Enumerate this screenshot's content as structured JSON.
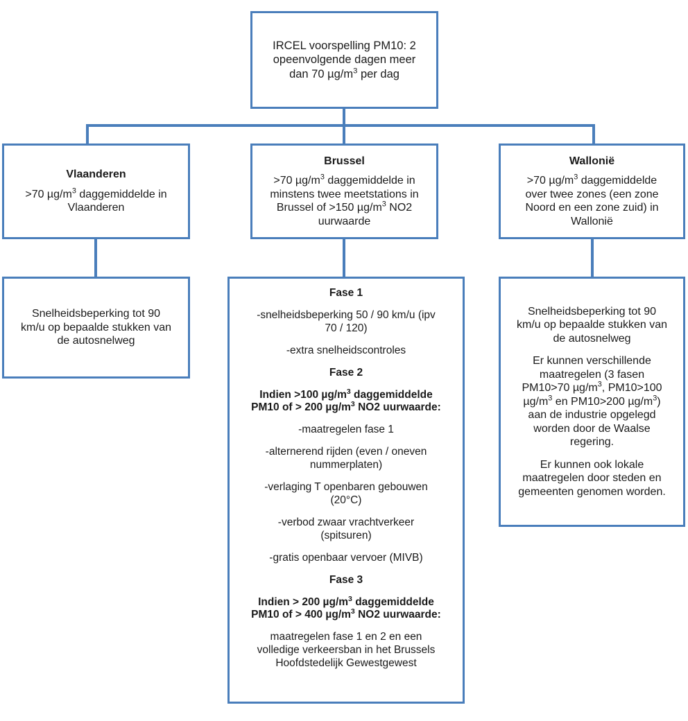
{
  "theme": {
    "border_color": "#4a7ebb",
    "background": "#ffffff",
    "text_color": "#1a1a1a"
  },
  "diagram": {
    "type": "flowchart",
    "title": "IRCEL PM10 smogalarm stroomschema",
    "root": {
      "name": "trigger",
      "lines": [
        "IRCEL voorspelling PM10: 2",
        "opeenvolgende dagen meer",
        "dan 70 µg/m³ per dag"
      ]
    },
    "regions": [
      {
        "key": "vlaanderen",
        "condition": {
          "heading": "Vlaanderen",
          "lines": [
            ">70 µg/m³ daggemiddelde in",
            "Vlaanderen"
          ]
        },
        "action": {
          "blocks": [
            {
              "style": "normal",
              "lines": [
                "Snelheidsbeperking tot 90",
                "km/u op bepaalde stukken van",
                "de autosnelweg"
              ]
            }
          ]
        }
      },
      {
        "key": "brussel",
        "condition": {
          "heading": "Brussel",
          "lines": [
            ">70 µg/m³ daggemiddelde in",
            "minstens twee meetstations in",
            "Brussel of >150 µg/m³ NO2",
            "uurwaarde"
          ]
        },
        "action": {
          "blocks": [
            {
              "style": "heading",
              "lines": [
                "Fase 1"
              ]
            },
            {
              "style": "normal",
              "lines": [
                "-snelheidsbeperking  50 / 90 km/u  (ipv",
                "70 / 120)"
              ]
            },
            {
              "style": "normal",
              "lines": [
                "-extra snelheidscontroles"
              ]
            },
            {
              "style": "heading",
              "lines": [
                "Fase 2"
              ]
            },
            {
              "style": "heading",
              "lines": [
                "Indien >100 µg/m³ daggemiddelde",
                "PM10 of > 200 µg/m³ NO2 uurwaarde:"
              ]
            },
            {
              "style": "normal",
              "lines": [
                "-maatregelen fase 1"
              ]
            },
            {
              "style": "normal",
              "lines": [
                "-alternerend rijden (even / oneven",
                "nummerplaten)"
              ]
            },
            {
              "style": "normal",
              "lines": [
                "-verlaging T openbaren gebouwen",
                "(20°C)"
              ]
            },
            {
              "style": "normal",
              "lines": [
                "-verbod zwaar vrachtverkeer",
                "(spitsuren)"
              ]
            },
            {
              "style": "normal",
              "lines": [
                "-gratis openbaar vervoer (MIVB)"
              ]
            },
            {
              "style": "heading",
              "lines": [
                "Fase 3"
              ]
            },
            {
              "style": "heading",
              "lines": [
                "Indien >  200 µg/m³ daggemiddelde",
                "PM10 of > 400 µg/m³ NO2 uurwaarde:"
              ]
            },
            {
              "style": "normal",
              "lines": [
                "maatregelen fase 1 en 2  en een",
                "volledige verkeersban in het Brussels",
                "Hoofdstedelijk Gewestgewest"
              ]
            }
          ]
        }
      },
      {
        "key": "wallonie",
        "condition": {
          "heading": "Wallonië",
          "lines": [
            ">70 µg/m³ daggemiddelde",
            "over twee zones (een zone",
            "Noord en een zone zuid) in",
            "Wallonië"
          ]
        },
        "action": {
          "blocks": [
            {
              "style": "normal",
              "lines": [
                "Snelheidsbeperking tot 90",
                "km/u op bepaalde stukken van",
                "de autosnelweg"
              ]
            },
            {
              "style": "normal",
              "lines": [
                "Er kunnen verschillende",
                "maatregelen (3 fasen",
                "PM10>70 µg/m³, PM10>100",
                "µg/m³ en PM10>200 µg/m³)",
                "aan de industrie opgelegd",
                "worden door de Waalse",
                "regering."
              ]
            },
            {
              "style": "normal",
              "lines": [
                "Er kunnen ook lokale",
                "maatregelen door steden en",
                "gemeenten genomen worden."
              ]
            }
          ]
        }
      }
    ]
  }
}
